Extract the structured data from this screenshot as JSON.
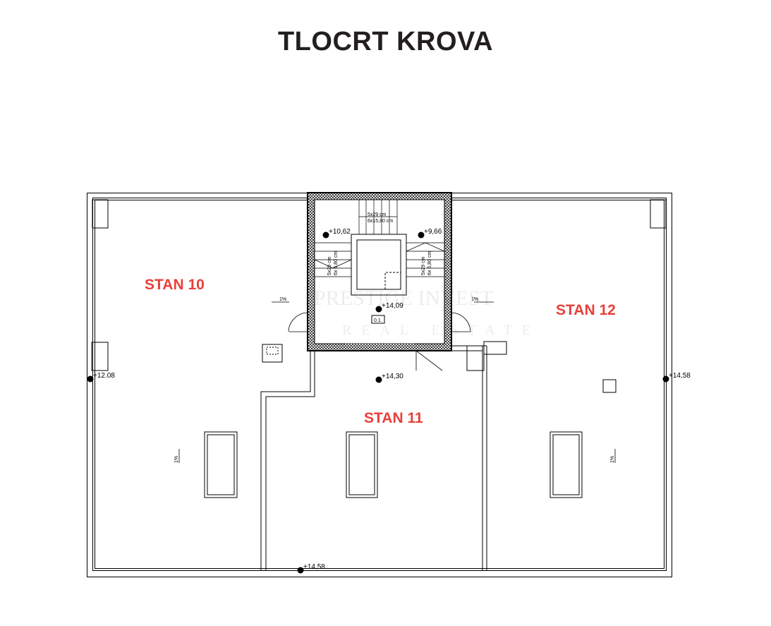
{
  "title": "TLOCRT KROVA",
  "units": {
    "stan10": "STAN 10",
    "stan11": "STAN 11",
    "stan12": "STAN 12"
  },
  "levels": {
    "l1": "+10,62",
    "l2": "+9,66",
    "l3": "+14,09",
    "l4": "+14,30",
    "l5": "+12.08",
    "l6": "+14,58",
    "l7": "+14,58"
  },
  "stairs": {
    "top": "5x29 cm",
    "top2": "6x15,80 cm",
    "left": "5x29 cm",
    "left2": "6x 5,80 cm",
    "right": "5x29 cm",
    "right2": "6x 5,80 cm"
  },
  "room_tag": "0.1",
  "slopes": {
    "s1": "1%",
    "s2": "1%",
    "s3": "1%",
    "s4": "1%"
  },
  "watermark": {
    "line1": "PRESTIGE INVEST",
    "line2": "REAL ESTATE"
  }
}
